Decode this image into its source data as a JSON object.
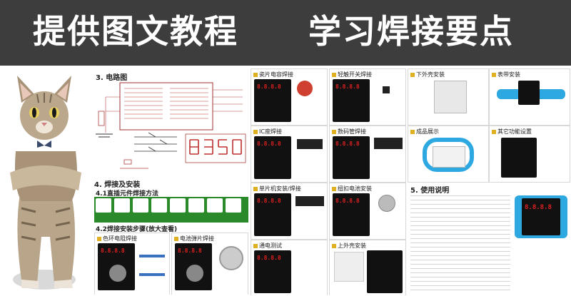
{
  "banner": {
    "left_title": "提供图文教程",
    "right_title": "学习焊接要点"
  },
  "schematic": {
    "section_title": "3. 电路图"
  },
  "welding": {
    "section_title": "4. 焊接及安装",
    "sub1": "4.1直插元件焊接方法",
    "sub2": "4.2焊接安装步骤(放大查看)",
    "step1": "色环电阻焊接",
    "step2": "电池弹片焊接"
  },
  "grid": {
    "c1": "瓷片电容焊接",
    "c2": "轻触开关焊接",
    "c3": "IC座焊接",
    "c4": "数码管焊接",
    "c5": "单片机安装/焊接",
    "c6": "纽扣电池安装",
    "c7": "通电测试",
    "c8": "上外壳安装"
  },
  "right": {
    "r1": "下外壳安装",
    "r2": "表带安装",
    "r3": "成品展示",
    "r4": "其它功能设置",
    "usage_title": "5. 使用说明"
  },
  "display": {
    "seg_text": "8.8.8.8"
  },
  "colors": {
    "banner_bg": "#3d3d3d",
    "seg_red": "#e02020",
    "header_dot": "#e0b020",
    "bar_green": "#2a8a2a"
  }
}
